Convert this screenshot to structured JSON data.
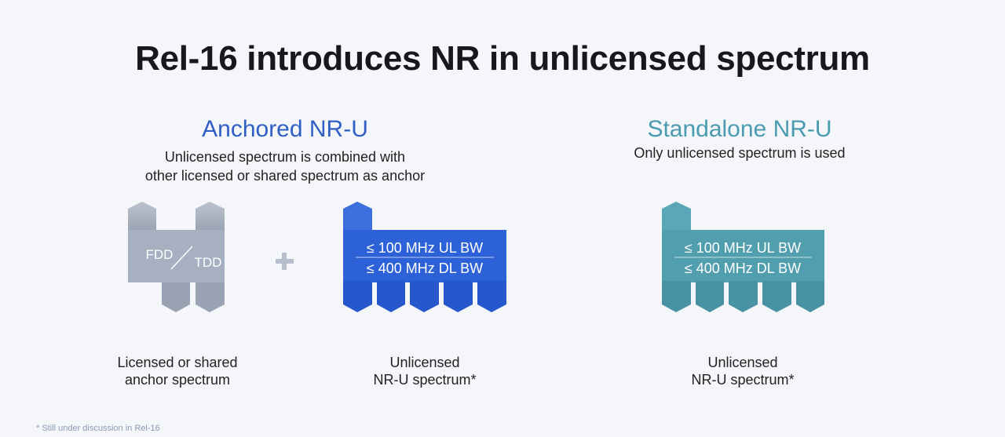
{
  "title": "Rel-16 introduces NR in unlicensed spectrum",
  "anchored": {
    "heading": "Anchored NR-U",
    "description_line1": "Unlicensed spectrum is combined with",
    "description_line2": "other licensed or shared spectrum as anchor",
    "licensed_block": {
      "left_label": "FDD",
      "right_label": "TDD",
      "caption_line1": "Licensed or shared",
      "caption_line2": "anchor spectrum"
    },
    "plus_symbol": "+",
    "unlicensed_block": {
      "ul_bw": "≤ 100 MHz UL BW",
      "dl_bw": "≤ 400 MHz DL BW",
      "caption_line1": "Unlicensed",
      "caption_line2": "NR-U spectrum*"
    }
  },
  "standalone": {
    "heading": "Standalone NR-U",
    "description": "Only unlicensed spectrum is used",
    "unlicensed_block": {
      "ul_bw": "≤ 100 MHz UL BW",
      "dl_bw": "≤ 400 MHz DL BW",
      "caption_line1": "Unlicensed",
      "caption_line2": "NR-U spectrum*"
    }
  },
  "footnote": "* Still under discussion in Rel-16",
  "colors": {
    "anchored_heading": "#2f5fc4",
    "standalone_heading": "#4a9bb0",
    "licensed_block": "#a6afbf",
    "anchored_block": "#2c60d6",
    "standalone_block": "#4f9eae"
  }
}
